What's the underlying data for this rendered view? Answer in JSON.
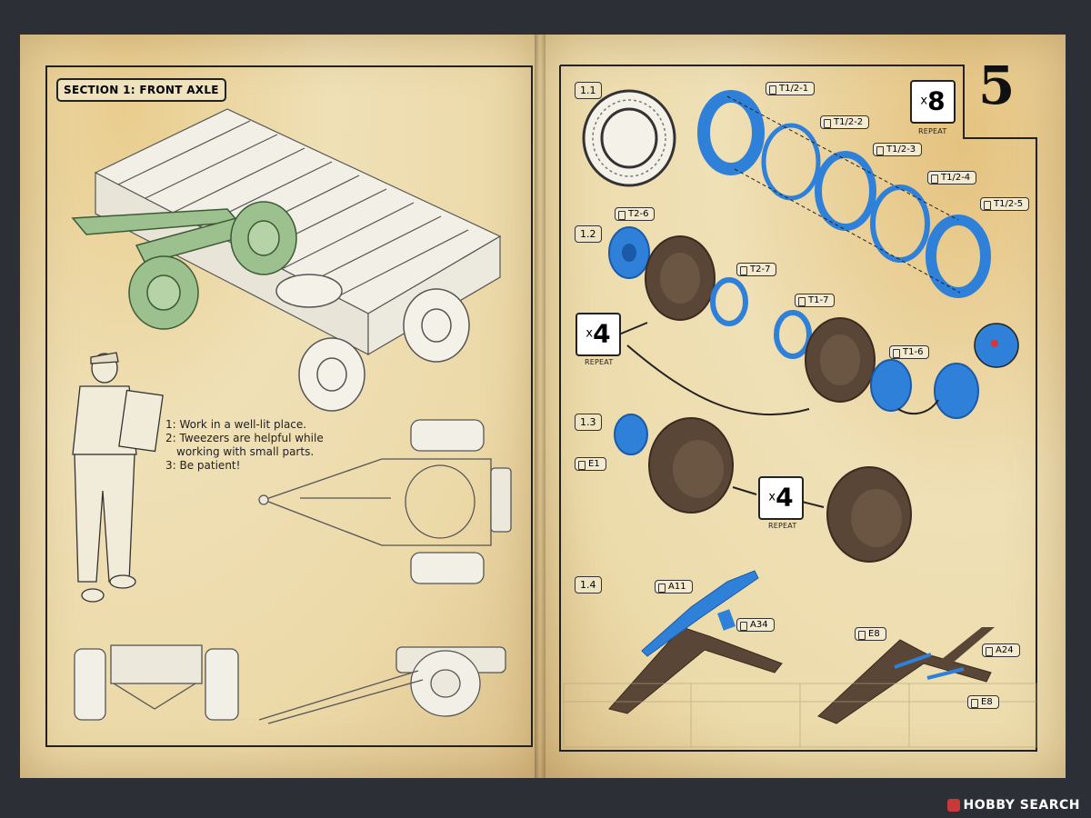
{
  "left_page": {
    "section_title": "SECTION 1: FRONT AXLE",
    "notes": [
      "1: Work in a well-lit place.",
      "2: Tweezers are helpful while",
      "working with small parts.",
      "3: Be patient!"
    ]
  },
  "right_page": {
    "page_number": "5",
    "top_multiplier": {
      "x": "x",
      "count": "8",
      "label": "REPEAT"
    },
    "steps": {
      "s1": "1.1",
      "s2": "1.2",
      "s3": "1.3",
      "s4": "1.4"
    },
    "parts": {
      "t12_1": "T1/2-1",
      "t12_2": "T1/2-2",
      "t12_3": "T1/2-3",
      "t12_4": "T1/2-4",
      "t12_5": "T1/2-5",
      "t2_6": "T2-6",
      "t2_7": "T2-7",
      "t1_7": "T1-7",
      "t1_6": "T1-6",
      "e1": "E1",
      "a11": "A11",
      "a34": "A34",
      "e8a": "E8",
      "a24": "A24",
      "e8b": "E8"
    },
    "multiplier_a": {
      "x": "x",
      "count": "4",
      "label": "REPEAT"
    },
    "multiplier_b": {
      "x": "x",
      "count": "4",
      "label": "REPEAT"
    }
  },
  "watermark": "HOBBY SEARCH",
  "colors": {
    "paper": "#ecd9a8",
    "part_blue": "#2f80d8",
    "tire_brown": "#5a4636",
    "frame_green": "#9cc08e"
  }
}
